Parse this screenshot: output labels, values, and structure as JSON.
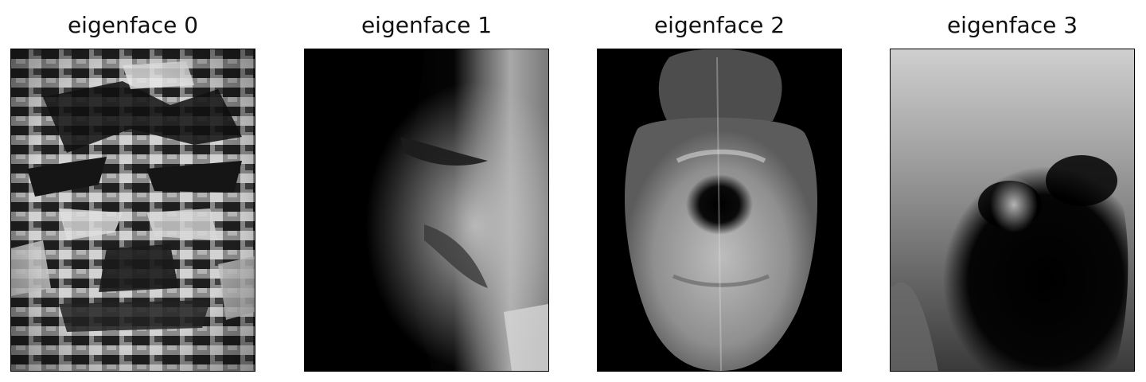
{
  "figure": {
    "background": "#ffffff",
    "panels": [
      {
        "title": "eigenface 0",
        "image_icon": "eigenface-0-image"
      },
      {
        "title": "eigenface 1",
        "image_icon": "eigenface-1-image"
      },
      {
        "title": "eigenface 2",
        "image_icon": "eigenface-2-image"
      },
      {
        "title": "eigenface 3",
        "image_icon": "eigenface-3-image"
      }
    ]
  }
}
